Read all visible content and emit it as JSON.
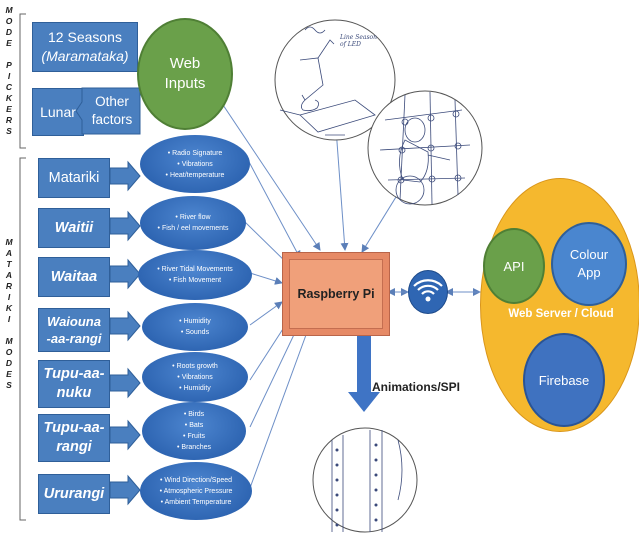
{
  "mode_pickers_label": "M\nO\nD\nE\n\nP\nI\nC\nK\nE\nR\nS",
  "matariki_modes_label": "M\nA\nT\nA\nR\nI\nK\nI\n\nM\nO\nD\nE\nS",
  "pickers": {
    "seasons_line1": "12 Seasons",
    "seasons_line2": "(Maramataka)",
    "lunar": "Lunar",
    "other_factors_line1": "Other",
    "other_factors_line2": "factors",
    "web_inputs_line1": "Web",
    "web_inputs_line2": "Inputs"
  },
  "modes": [
    {
      "label": "Matariki",
      "sensors": [
        "Radio Signature",
        "Vibrations",
        "Heat/temperature"
      ]
    },
    {
      "label": "Waitii",
      "sensors": [
        "River flow",
        "Fish / eel movements"
      ]
    },
    {
      "label": "Waitaa",
      "sensors": [
        "River Tidal Movements",
        "Fish Movement"
      ]
    },
    {
      "label": "Waiouna\n-aa-rangi",
      "sensors": [
        "Humidity",
        "Sounds"
      ]
    },
    {
      "label": "Tupu-aa-\nnuku",
      "sensors": [
        "Roots growth",
        "Vibrations",
        "Humidity"
      ]
    },
    {
      "label": "Tupu-aa-\nrangi",
      "sensors": [
        "Birds",
        "Bats",
        "Fruits",
        "Branches"
      ]
    },
    {
      "label": "Ururangi",
      "sensors": [
        "Wind Direction/Speed",
        "Atmospheric Pressure",
        "Ambient Temperature"
      ]
    }
  ],
  "center": {
    "raspberry_pi": "Raspberry Pi",
    "animations": "Animations/SPI"
  },
  "cloud": {
    "title": "Web Server / Cloud",
    "api": "API",
    "colour_app_line1": "Colour",
    "colour_app_line2": "App",
    "firebase": "Firebase"
  },
  "sketch_caption": "Line Season of LED",
  "colors": {
    "blue": "#4a7fbf",
    "green": "#6aa04a",
    "cloud_yellow": "#f5b82e",
    "rpi_salmon": "#f0a07a"
  }
}
